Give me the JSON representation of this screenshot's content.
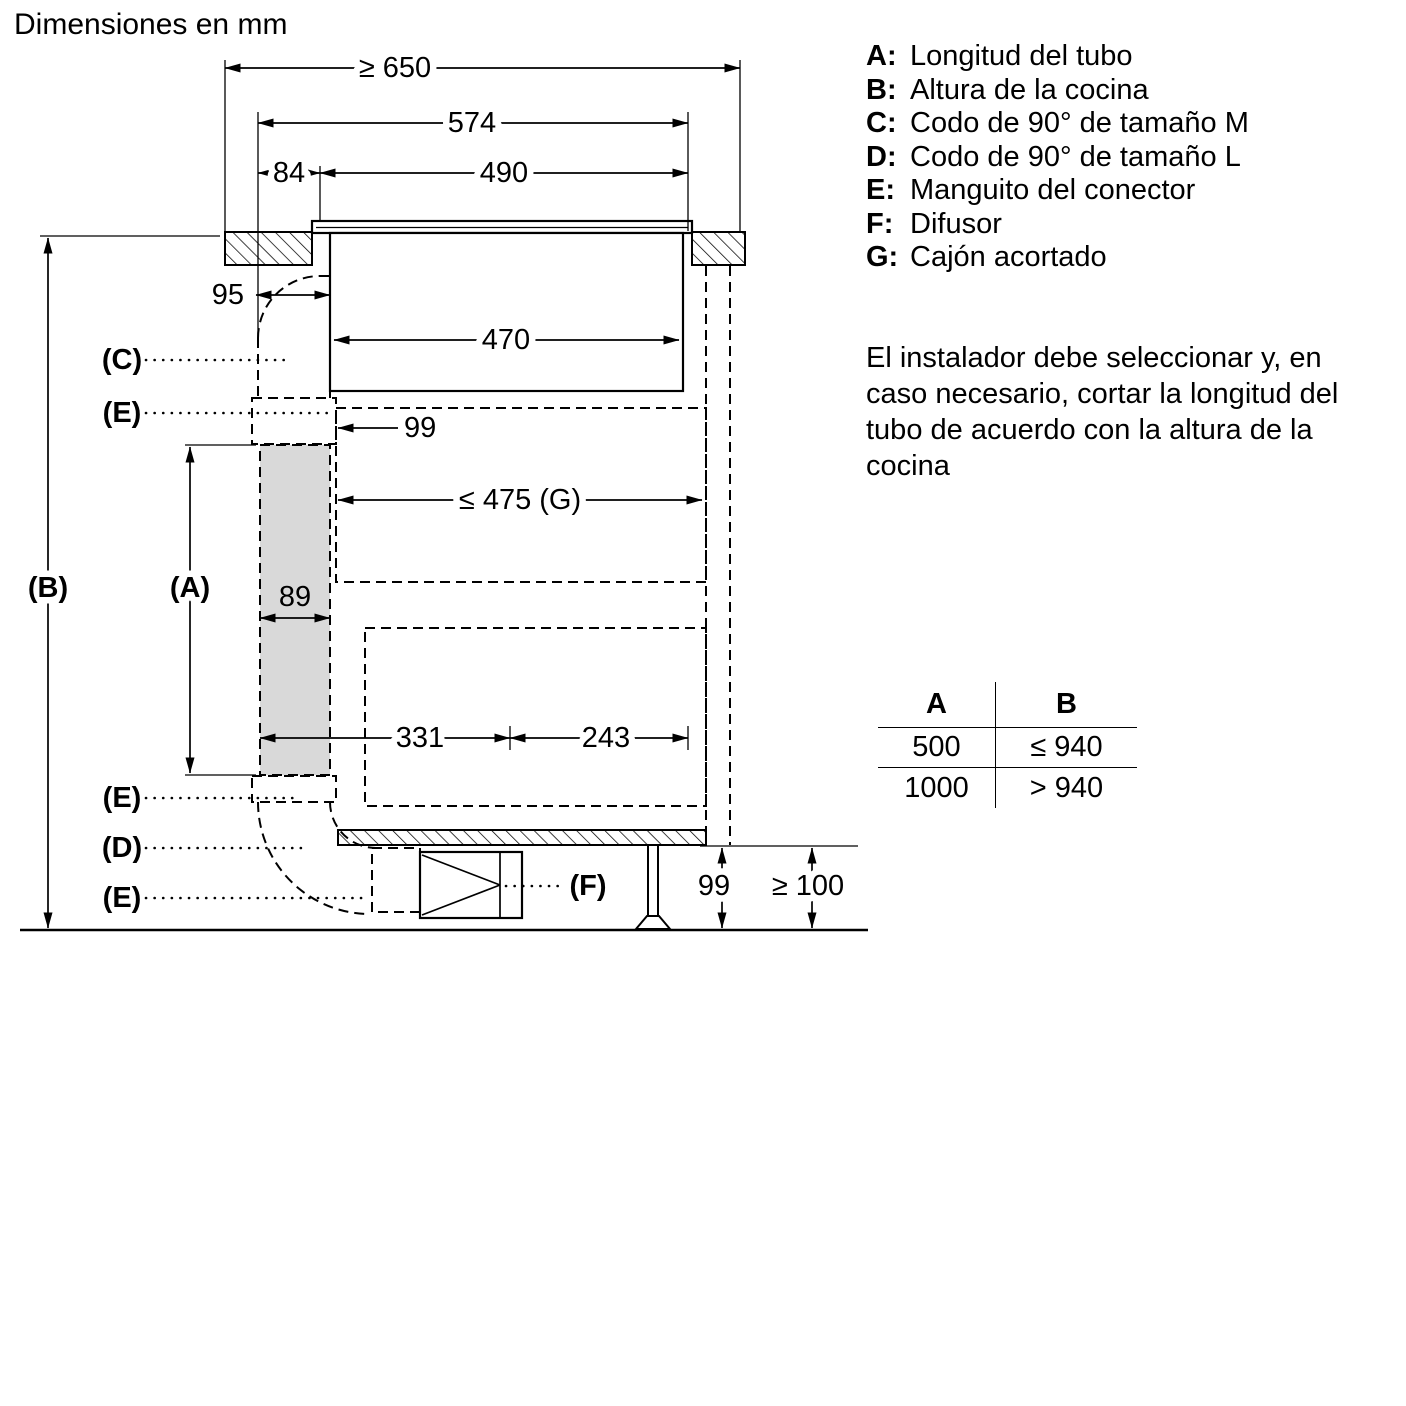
{
  "title": "Dimensiones en mm",
  "diagram": {
    "dims": {
      "ge650": "≥ 650",
      "d574": "574",
      "d84": "84",
      "d490": "490",
      "d95": "95",
      "d470": "470",
      "d99_top": "99",
      "le475_g": "≤ 475 (G)",
      "d89": "89",
      "d331": "331",
      "d243": "243",
      "d99_bottom": "99",
      "ge100": "≥ 100"
    },
    "labels": {
      "A": "(A)",
      "B": "(B)",
      "C": "(C)",
      "D": "(D)",
      "E_top": "(E)",
      "E_mid": "(E)",
      "E_bottom": "(E)",
      "F": "(F)"
    }
  },
  "legend": {
    "items": [
      {
        "key": "A:",
        "text": "Longitud del tubo"
      },
      {
        "key": "B:",
        "text": "Altura de la cocina"
      },
      {
        "key": "C:",
        "text": "Codo de 90° de tamaño M"
      },
      {
        "key": "D:",
        "text": "Codo de 90° de tamaño L"
      },
      {
        "key": "E:",
        "text": "Manguito del conector"
      },
      {
        "key": "F:",
        "text": "Difusor"
      },
      {
        "key": "G:",
        "text": "Cajón acortado"
      }
    ]
  },
  "note": "El instalador debe seleccionar y, en caso necesario, cortar la longitud del tubo de acuerdo con la altura de la cocina",
  "table": {
    "headers": [
      "A",
      "B"
    ],
    "rows": [
      [
        "500",
        "≤ 940"
      ],
      [
        "1000",
        "> 940"
      ]
    ]
  },
  "colors": {
    "line": "#000000",
    "duct_fill": "#d9d9d9",
    "background": "#ffffff"
  }
}
